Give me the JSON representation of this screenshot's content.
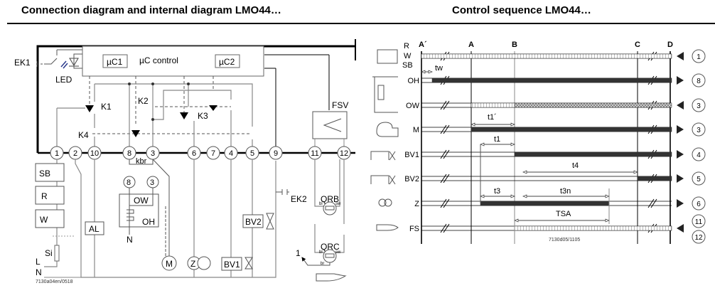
{
  "titles": {
    "left": "Connection diagram and internal diagram LMO44…",
    "right": "Control sequence LMO44…"
  },
  "connection_diagram": {
    "control_block_label": "µC control",
    "microcontrollers": [
      "µC1",
      "µC2"
    ],
    "led_label": "LED",
    "ek1_label": "EK1",
    "ek2_label": "EK2",
    "fsv_label": "FSV",
    "relays": [
      "K1",
      "K2",
      "K3",
      "K4"
    ],
    "terminals": [
      "1",
      "2",
      "10",
      "8",
      "3",
      "6",
      "7",
      "4",
      "5",
      "9",
      "11",
      "12"
    ],
    "kbr_label": "kbr",
    "switch_boxes": [
      "SB",
      "R",
      "W"
    ],
    "fuse_label": "Si",
    "supply_labels": [
      "L",
      "N"
    ],
    "alarm_label": "AL",
    "oil_preheater": {
      "terminals": [
        "8",
        "3"
      ],
      "labels": [
        "OW",
        "OH"
      ],
      "neutral": "N"
    },
    "motor_label": "M",
    "ignition_label": "Z",
    "valves": [
      "BV1",
      "BV2"
    ],
    "flame_detectors": [
      "QRB",
      "QRC"
    ],
    "wire_colors": [
      "bl",
      "sw",
      "br"
    ],
    "arrow_label": "1",
    "drawing_ref": "7130a04en/0518"
  },
  "control_sequence": {
    "phases": [
      "A´",
      "A",
      "B",
      "C",
      "D"
    ],
    "rows": [
      {
        "label": "R\nW\nSB",
        "lines": [
          "R",
          "W",
          "SB"
        ],
        "terminal": "1",
        "direction": "in"
      },
      {
        "label": "OH",
        "terminal": "8",
        "direction": "out"
      },
      {
        "label": "OW",
        "terminal": "3",
        "direction": "in"
      },
      {
        "label": "M",
        "terminal": "3",
        "direction": "out"
      },
      {
        "label": "BV1",
        "terminal": "4",
        "direction": "out"
      },
      {
        "label": "BV2",
        "terminal": "5",
        "direction": "out"
      },
      {
        "label": "Z",
        "terminal": "6",
        "direction": "out"
      },
      {
        "label": "FS",
        "terminal": "11",
        "terminal2": "12",
        "direction": "in"
      }
    ],
    "times": [
      "tw",
      "t1´",
      "t1",
      "t4",
      "t3",
      "t3n",
      "TSA"
    ],
    "drawing_ref": "7130d05/1105"
  }
}
